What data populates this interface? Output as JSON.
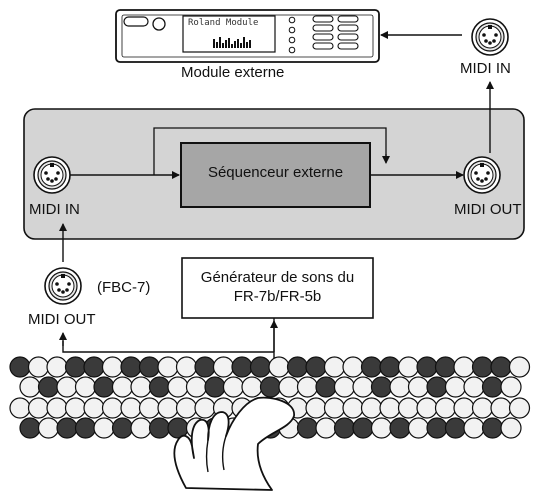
{
  "module": {
    "lcd_text": "Roland Module",
    "label": "Module externe"
  },
  "sequencer": {
    "label": "Séquenceur externe"
  },
  "connectors": {
    "module_in": "MIDI IN",
    "seq_in": "MIDI IN",
    "seq_out": "MIDI OUT",
    "fbc_out": "MIDI OUT"
  },
  "fbc_label": "(FBC-7)",
  "generator": {
    "line1": "Générateur de sons du",
    "line2": "FR-7b/FR-5b"
  },
  "colors": {
    "panel": "#d4d4d4",
    "sequencer_box": "#a6a6a6",
    "button_dark": "#3a3a3a",
    "button_light": "#f2f2f2"
  },
  "icons": [
    "midi-din-connector-icon",
    "hand-icon",
    "keyboard-buttons"
  ]
}
